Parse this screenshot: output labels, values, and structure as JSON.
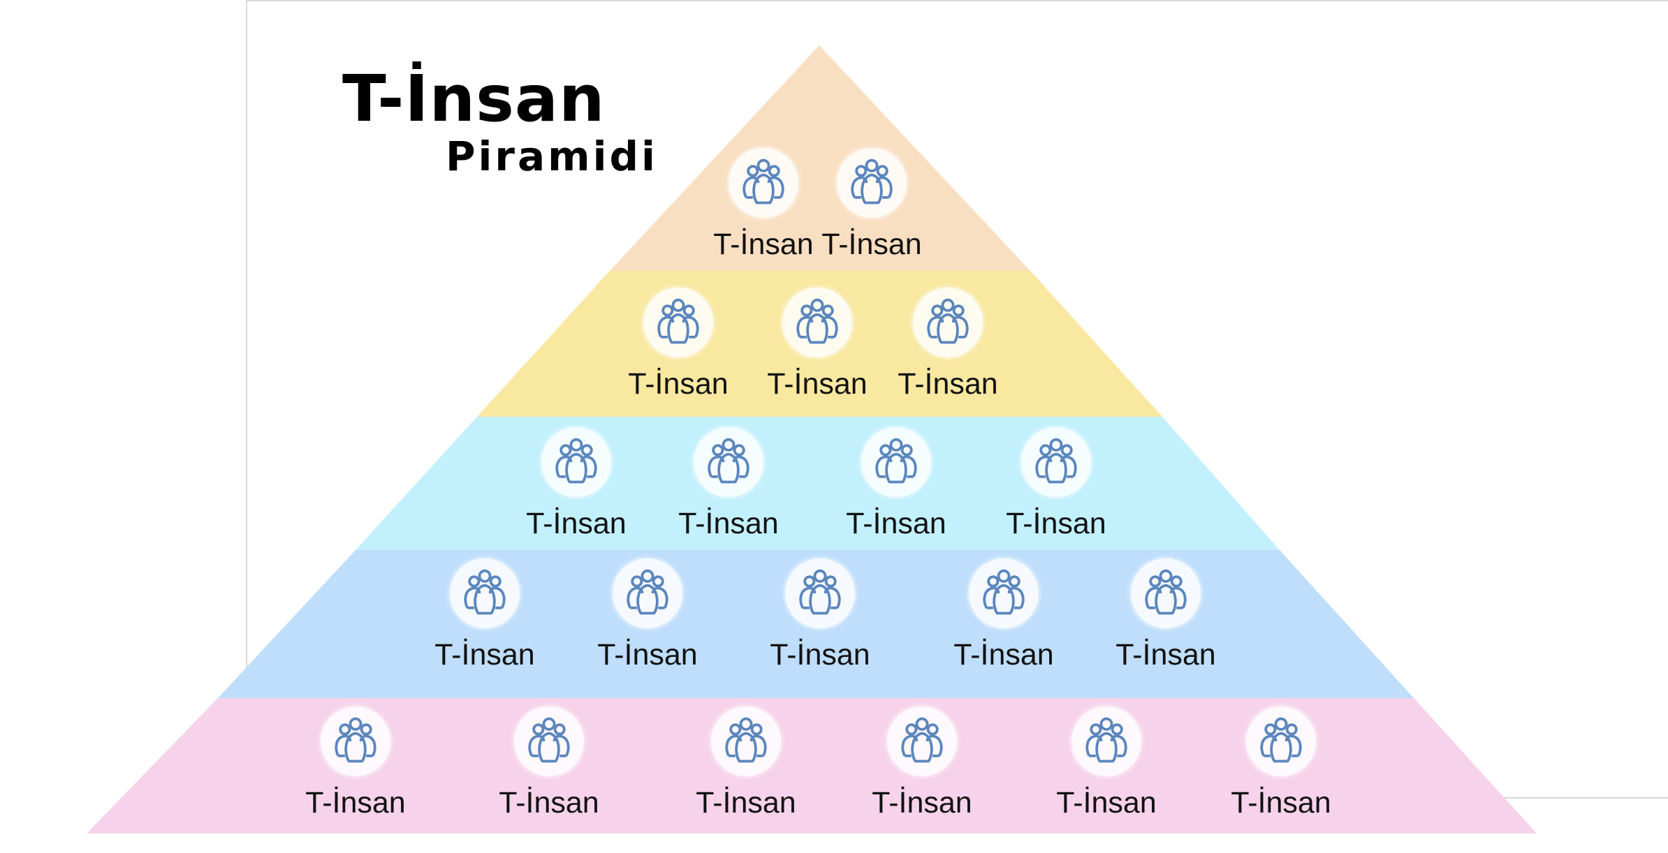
{
  "title": "T-İnsan",
  "subtitle": "Piramidi",
  "icon": "people-group-icon",
  "colors": {
    "tier1": "#f9dfc2",
    "tier2": "#f8e8a0",
    "tier3": "#c2f0fd",
    "tier4": "#bfdefb",
    "tier5": "#f6d3ea",
    "icon_stroke": "#5b86bd"
  },
  "tiers": [
    {
      "name": "tier-1",
      "nodes": [
        {
          "label": "T-İnsan"
        },
        {
          "label": "T-İnsan"
        }
      ]
    },
    {
      "name": "tier-2",
      "nodes": [
        {
          "label": "T-İnsan"
        },
        {
          "label": "T-İnsan"
        },
        {
          "label": "T-İnsan"
        }
      ]
    },
    {
      "name": "tier-3",
      "nodes": [
        {
          "label": "T-İnsan"
        },
        {
          "label": "T-İnsan"
        },
        {
          "label": "T-İnsan"
        },
        {
          "label": "T-İnsan"
        }
      ]
    },
    {
      "name": "tier-4",
      "nodes": [
        {
          "label": "T-İnsan"
        },
        {
          "label": "T-İnsan"
        },
        {
          "label": "T-İnsan"
        },
        {
          "label": "T-İnsan"
        },
        {
          "label": "T-İnsan"
        }
      ]
    },
    {
      "name": "tier-5",
      "nodes": [
        {
          "label": "T-İnsan"
        },
        {
          "label": "T-İnsan"
        },
        {
          "label": "T-İnsan"
        },
        {
          "label": "T-İnsan"
        },
        {
          "label": "T-İnsan"
        },
        {
          "label": "T-İnsan"
        }
      ]
    }
  ]
}
